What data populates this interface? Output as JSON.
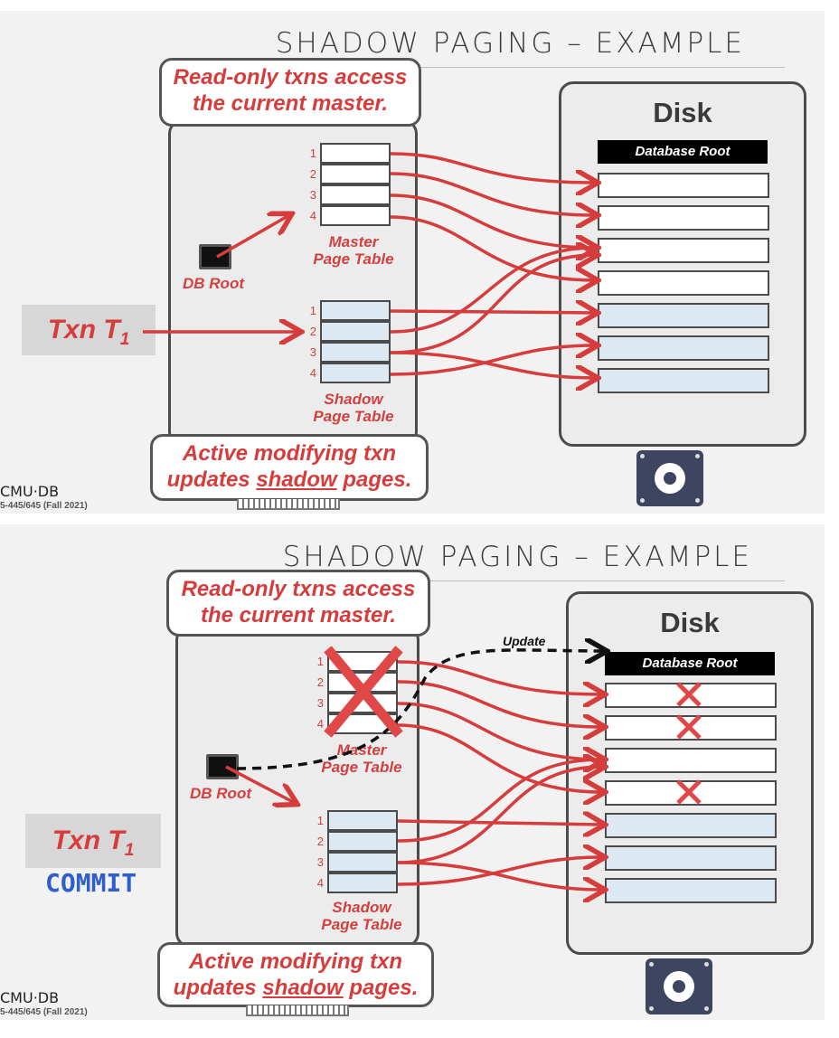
{
  "slides": [
    {
      "title": "SHADOW PAGING – EXAMPLE",
      "callout_top": [
        "Read-only txns access",
        "the current master."
      ],
      "callout_bottom": [
        "Active modifying txn",
        "updates ",
        "shadow",
        " pages."
      ],
      "disk_title": "Disk",
      "database_root": "Database Root",
      "db_root_label": "DB Root",
      "master_table_label": [
        "Master",
        "Page Table"
      ],
      "shadow_table_label": [
        "Shadow",
        "Page Table"
      ],
      "row_numbers": [
        "1",
        "2",
        "3",
        "4"
      ],
      "txn_label": "Txn T",
      "txn_subscript": "1",
      "footer_logo": "CMU·DB",
      "footer_course": "5-445/645 (Fall 2021)"
    },
    {
      "title": "SHADOW PAGING – EXAMPLE",
      "callout_top": [
        "Read-only txns access",
        "the current master."
      ],
      "callout_bottom": [
        "Active modifying txn",
        "updates ",
        "shadow",
        " pages."
      ],
      "disk_title": "Disk",
      "database_root": "Database Root",
      "db_root_label": "DB Root",
      "master_table_label": [
        "Master",
        "Page Table"
      ],
      "shadow_table_label": [
        "Shadow",
        "Page Table"
      ],
      "row_numbers": [
        "1",
        "2",
        "3",
        "4"
      ],
      "txn_label": "Txn T",
      "txn_subscript": "1",
      "commit_label": "COMMIT",
      "update_label": "Update",
      "footer_logo": "CMU·DB",
      "footer_course": "5-445/645 (Fall 2021)"
    }
  ],
  "colors": {
    "accent_red": "#d63c3c",
    "shadow_page_fill": "#dce9f3",
    "commit_blue": "#2f5fcc",
    "disk_icon": "#3d4560"
  },
  "icons": [
    "hard-disk-icon",
    "cross-out-icon"
  ]
}
